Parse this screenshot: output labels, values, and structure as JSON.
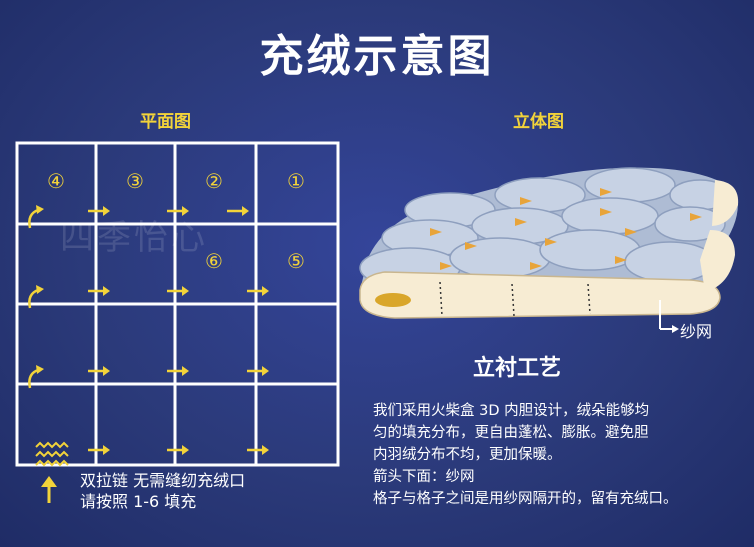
{
  "title": "充绒示意图",
  "plan": {
    "label": "平面图",
    "cells": [
      "④",
      "③",
      "②",
      "①",
      "⑥",
      "⑤"
    ]
  },
  "stereo": {
    "label": "立体图"
  },
  "watermark": "四季怡心",
  "net_label": "纱网",
  "craft": {
    "title": "立衬工艺",
    "lines": [
      "我们采用火柴盒 3D 内胆设计，绒朵能够均",
      "匀的填充分布，更自由蓬松、膨胀。避免胆",
      "内羽绒分布不均，更加保暖。",
      "箭头下面：纱网",
      "格子与格子之间是用纱网隔开的，留有充绒口。"
    ]
  },
  "zipper_note": {
    "line1": "双拉链 无需缝纫充绒口",
    "line2": "请按照 1-6 填充"
  },
  "colors": {
    "background": "#2b3a7a",
    "accent": "#f2d33a",
    "pillow": "#b9c6dc",
    "pillow_end": "#f7ecd3"
  }
}
